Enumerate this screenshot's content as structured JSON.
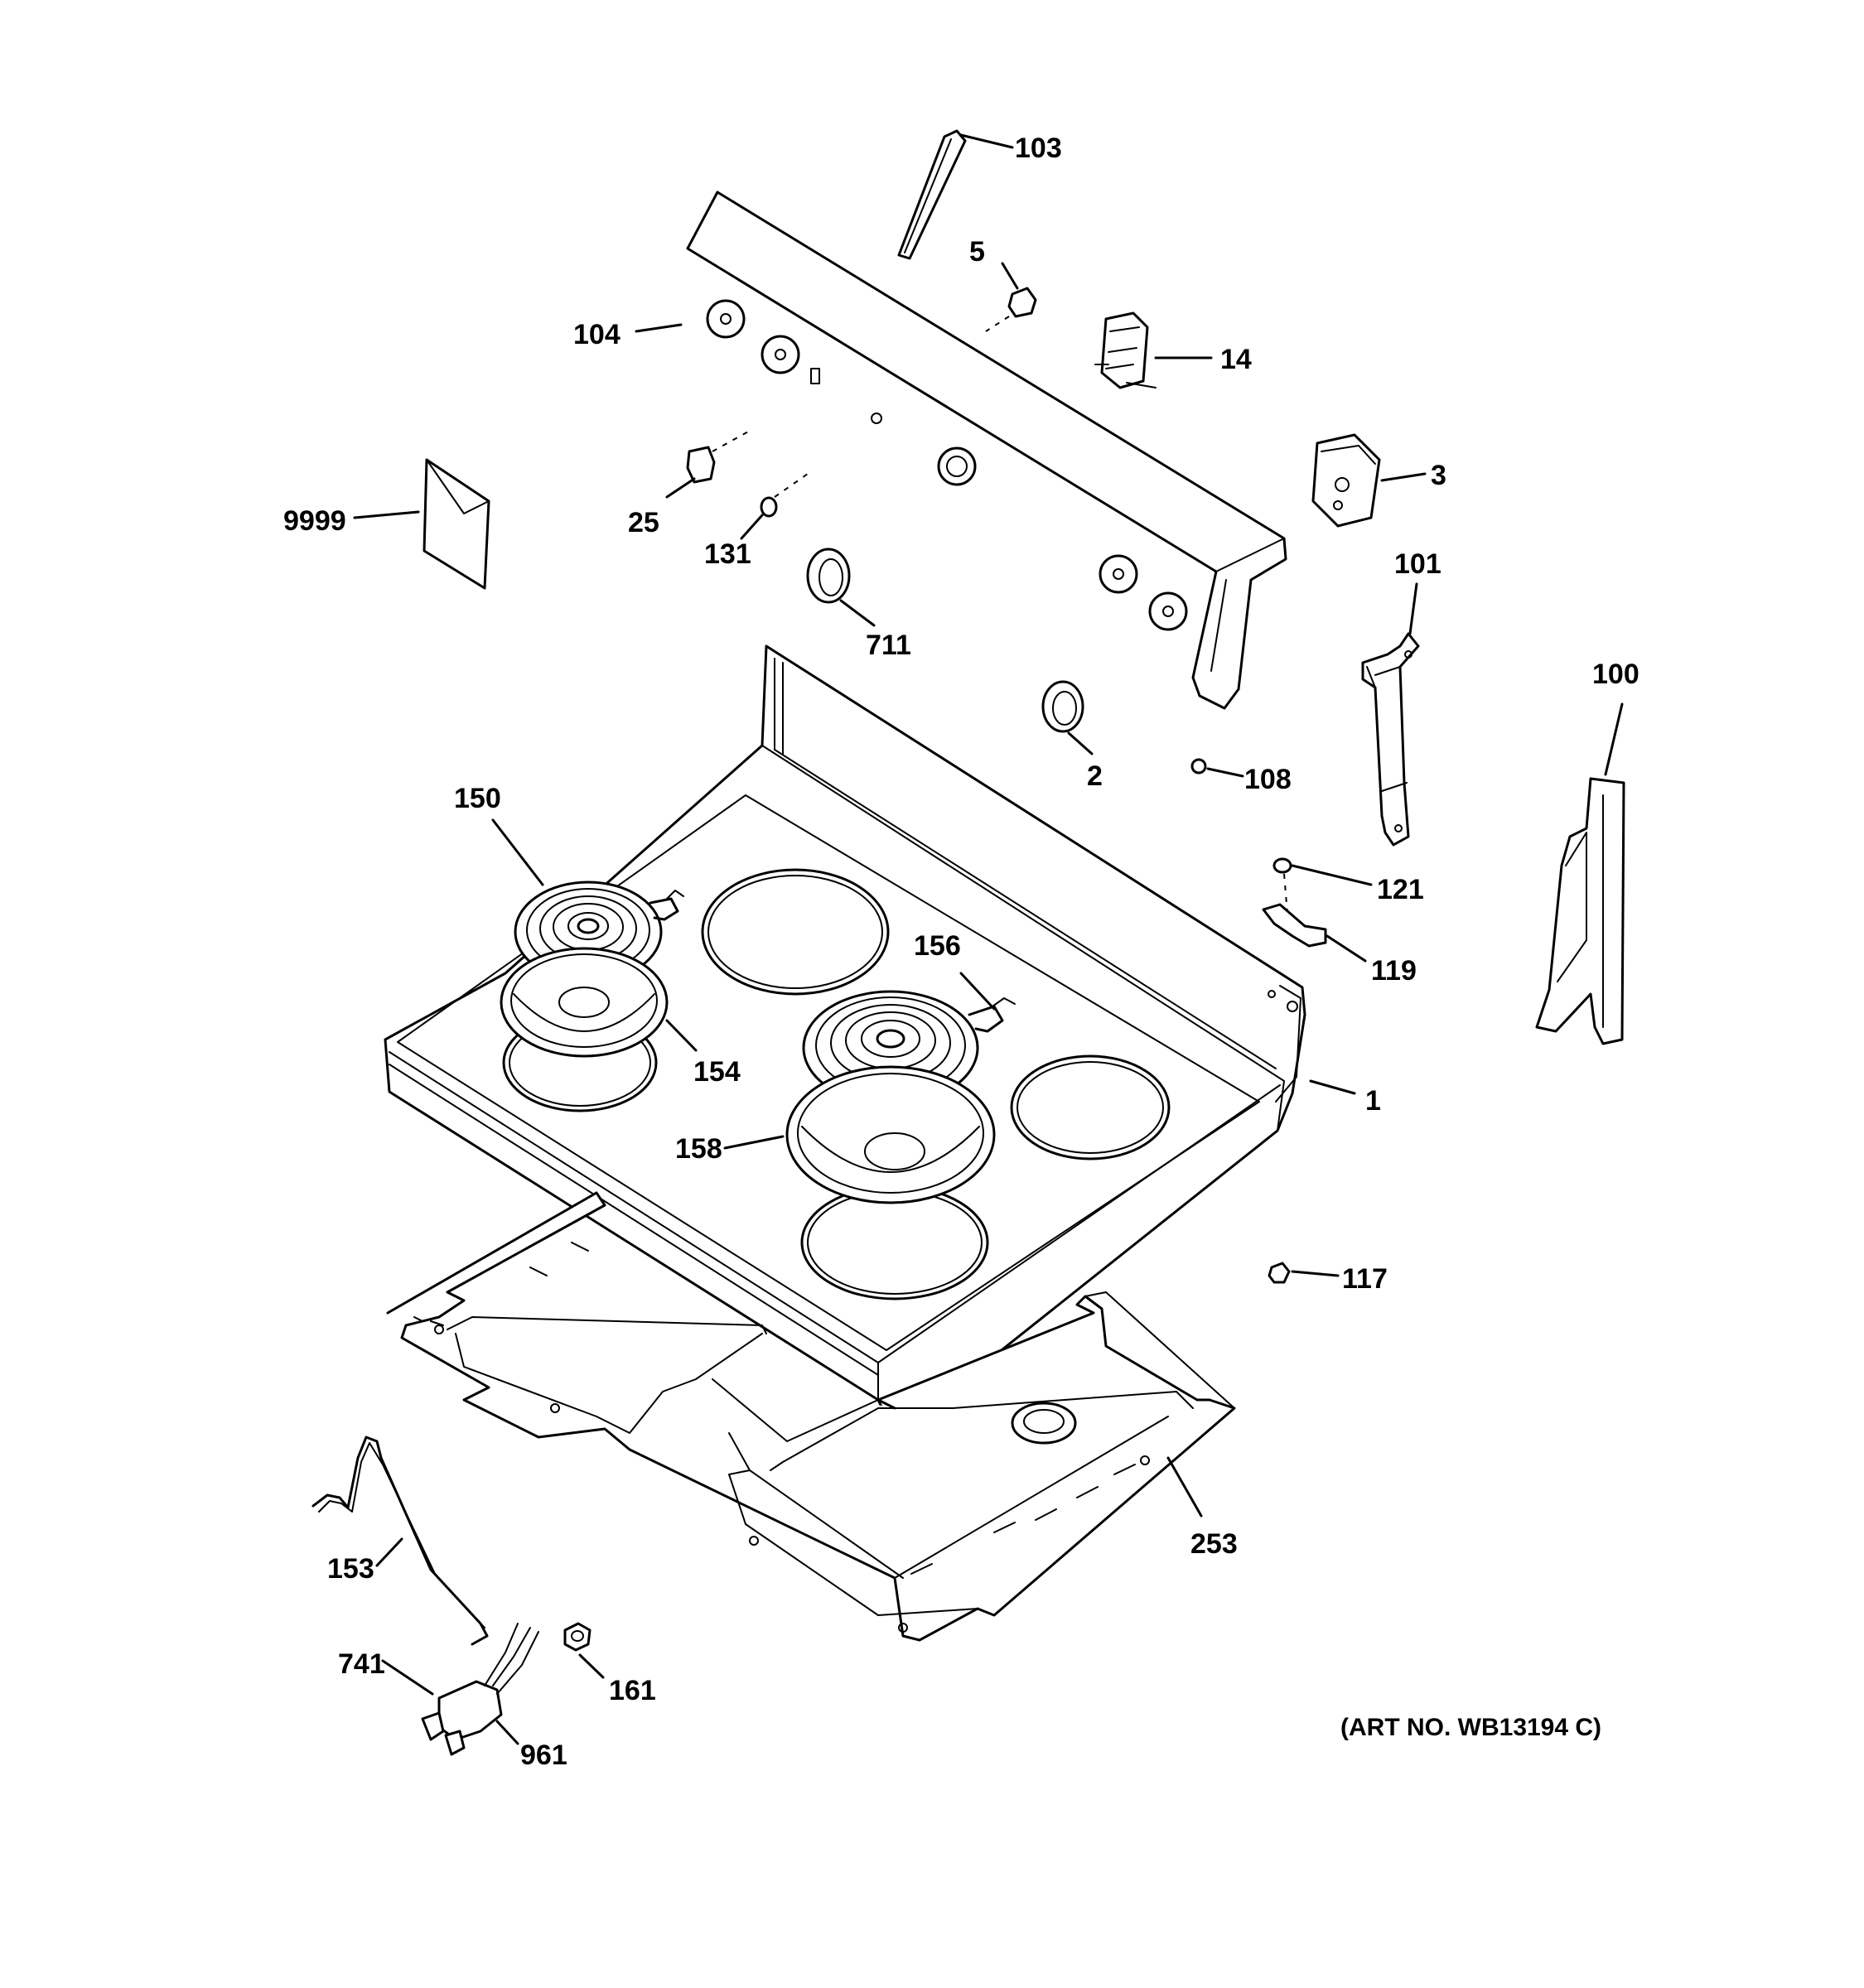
{
  "callouts": {
    "c103": "103",
    "c5": "5",
    "c104": "104",
    "c14": "14",
    "c3": "3",
    "c9999": "9999",
    "c25": "25",
    "c131": "131",
    "c711": "711",
    "c101": "101",
    "c100": "100",
    "c2": "2",
    "c108": "108",
    "c150": "150",
    "c121": "121",
    "c156": "156",
    "c119": "119",
    "c154": "154",
    "c1": "1",
    "c158": "158",
    "c117": "117",
    "c253": "253",
    "c153": "153",
    "c741": "741",
    "c161": "161",
    "c961": "961"
  },
  "art_number": "(ART NO. WB13194 C)"
}
